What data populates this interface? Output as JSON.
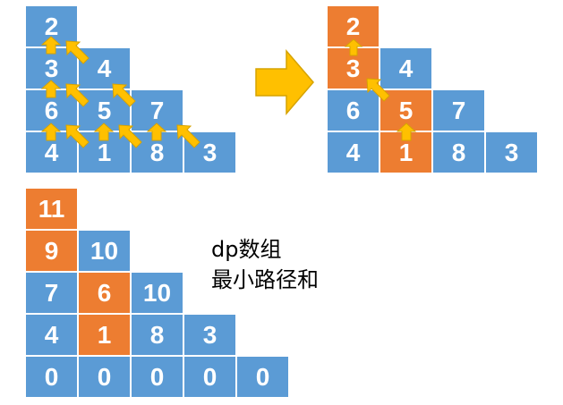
{
  "colors": {
    "blue": "#5b9bd5",
    "orange": "#ed7d31",
    "arrow": "#ffc000",
    "arrow_outline": "#d6a300"
  },
  "triangle_left": {
    "rows": [
      [
        "2"
      ],
      [
        "3",
        "4"
      ],
      [
        "6",
        "5",
        "7"
      ],
      [
        "4",
        "1",
        "8",
        "3"
      ]
    ],
    "highlight": []
  },
  "triangle_right": {
    "rows": [
      [
        "2"
      ],
      [
        "3",
        "4"
      ],
      [
        "6",
        "5",
        "7"
      ],
      [
        "4",
        "1",
        "8",
        "3"
      ]
    ],
    "highlight": [
      [
        0,
        0
      ],
      [
        1,
        0
      ],
      [
        2,
        1
      ],
      [
        3,
        1
      ]
    ]
  },
  "dp_table": {
    "rows": [
      [
        "11"
      ],
      [
        "9",
        "10"
      ],
      [
        "7",
        "6",
        "10"
      ],
      [
        "4",
        "1",
        "8",
        "3"
      ],
      [
        "0",
        "0",
        "0",
        "0",
        "0"
      ]
    ],
    "highlight": [
      [
        0,
        0
      ],
      [
        1,
        0
      ],
      [
        2,
        1
      ],
      [
        3,
        1
      ]
    ]
  },
  "note": {
    "line1": "dp数组",
    "line2": "最小路径和"
  }
}
